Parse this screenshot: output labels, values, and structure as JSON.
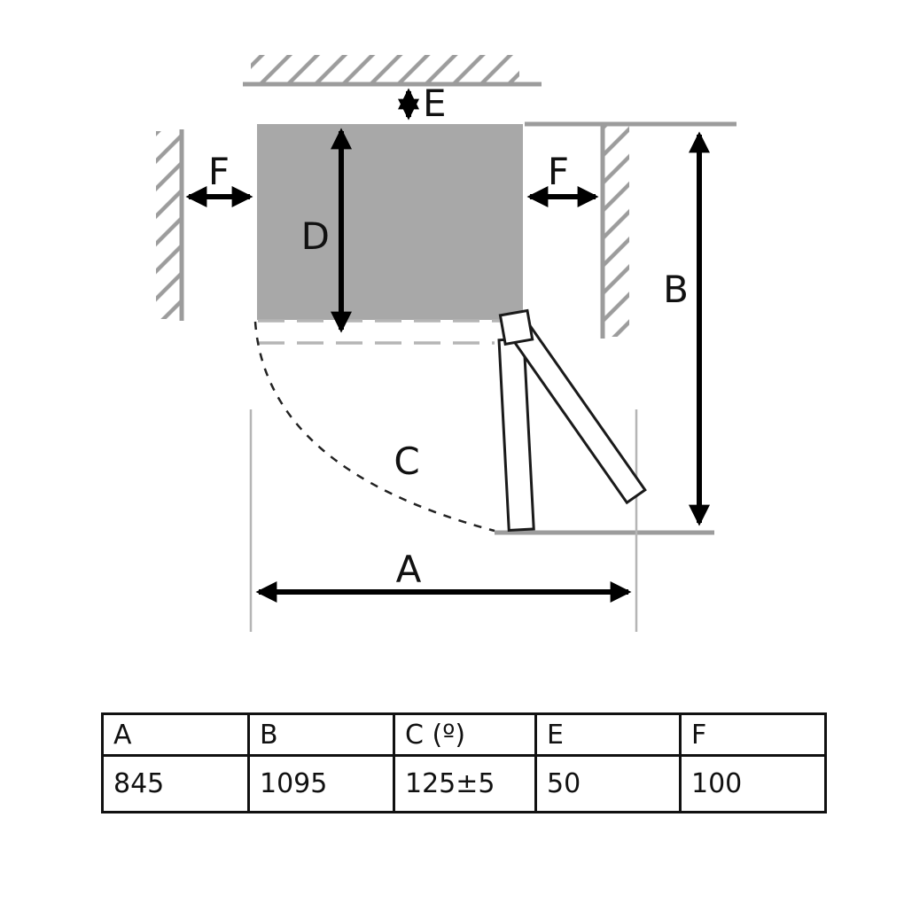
{
  "diagram": {
    "labels": {
      "a": "A",
      "b": "B",
      "c": "C",
      "d": "D",
      "e": "E",
      "f_left": "F",
      "f_right": "F"
    },
    "colors": {
      "appliance_fill": "#a8a8a8",
      "wall_gray": "#9c9c9c",
      "extension_line": "#b5b5b5",
      "dashed_door_closed": "#b5b5b5",
      "dimension_black": "#000000"
    }
  },
  "table": {
    "headers": [
      "A",
      "B",
      "C (º)",
      "E",
      "F"
    ],
    "values": [
      "845",
      "1095",
      "125±5",
      "50",
      "100"
    ]
  }
}
